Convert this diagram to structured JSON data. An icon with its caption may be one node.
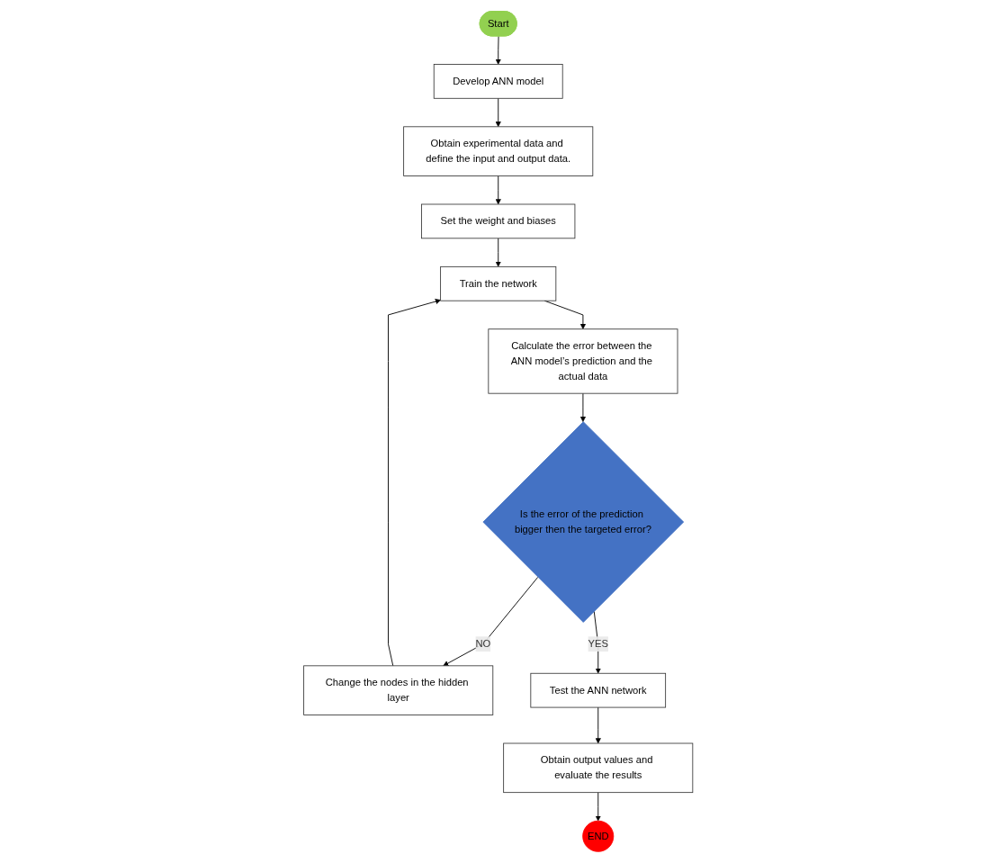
{
  "diagram": {
    "nodes": [
      {
        "text": [
          "Start"
        ]
      },
      {
        "text": [
          "Develop ANN model"
        ]
      },
      {
        "text": [
          "Obtain experimental data and define the input and output data."
        ]
      },
      {
        "text": [
          "Set the weight and biases"
        ]
      },
      {
        "text": [
          "Change the nodes in the hidden layer"
        ]
      },
      {
        "text": [
          "Train the network"
        ]
      },
      {
        "text": [
          "Calculate the error between the ANN model’s prediction and the actual data"
        ]
      },
      {
        "text": [
          "Is the error of the prediction bigger then the targeted error?"
        ]
      },
      {
        "text": [
          "Test the ANN network"
        ]
      },
      {
        "text": [
          "Obtain output values and evaluate the results"
        ]
      },
      {
        "text": [
          "END"
        ]
      }
    ],
    "edges": [
      {
        "from": 0,
        "to": 1,
        "arrow": "to"
      },
      {
        "from": 1,
        "to": 2,
        "arrow": "to"
      },
      {
        "from": 2,
        "to": 3,
        "arrow": "to"
      },
      {
        "from": 3,
        "to": 5,
        "arrow": "to"
      },
      {
        "from": 4,
        "to": 5,
        "arrow": "to"
      },
      {
        "from": 5,
        "to": 6,
        "arrow": "to"
      },
      {
        "from": 6,
        "to": 7,
        "arrow": "to"
      },
      {
        "from": 7,
        "to": 4,
        "arrow": "to",
        "label": "NO"
      },
      {
        "from": 7,
        "to": 8,
        "arrow": "to",
        "label": "YES"
      },
      {
        "from": 8,
        "to": 9,
        "arrow": "to"
      },
      {
        "from": 9,
        "to": 10,
        "arrow": "to"
      }
    ]
  }
}
